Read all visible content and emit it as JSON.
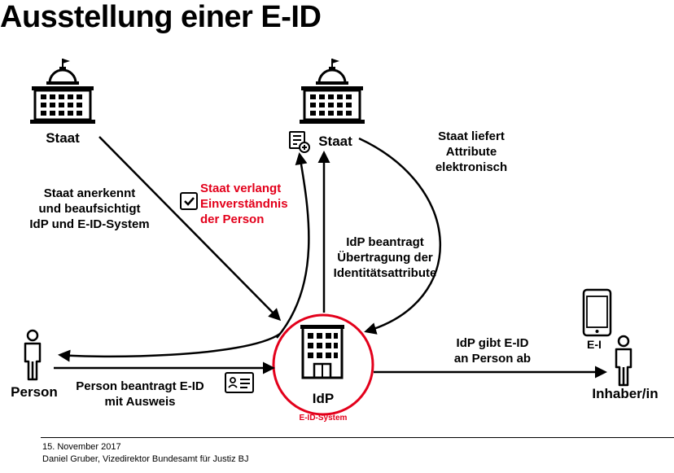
{
  "title": "Ausstellung einer E-ID",
  "nodes": {
    "staat_left": "Staat",
    "staat_center": "Staat",
    "person": "Person",
    "idp": "IdP",
    "idp_sub": "E-ID-System",
    "holder": "Inhaber/in",
    "phone_label": "E-I"
  },
  "edges": {
    "supervise": "Staat anerkennt\nund beaufsichtigt\nIdP und E-ID-System",
    "consent": "Staat verlangt\nEinverständnis\nder Person",
    "request_transfer": "IdP beantragt\nÜbertragung der\nIdentitätsattribute",
    "deliver": "Staat liefert\nAttribute\nelektronisch",
    "person_request": "Person beantragt E-ID\nmit Ausweis",
    "issue": "IdP gibt E-ID\nan Person ab"
  },
  "footer": {
    "date": "15. November 2017",
    "author": "Daniel Gruber, Vizedirektor Bundesamt für Justiz BJ"
  },
  "colors": {
    "accent": "#e3001b",
    "line": "#000000"
  },
  "icons": [
    "government-building-icon",
    "document-add-icon",
    "checkbox-icon",
    "office-building-icon",
    "person-icon",
    "id-card-icon",
    "smartphone-icon"
  ]
}
